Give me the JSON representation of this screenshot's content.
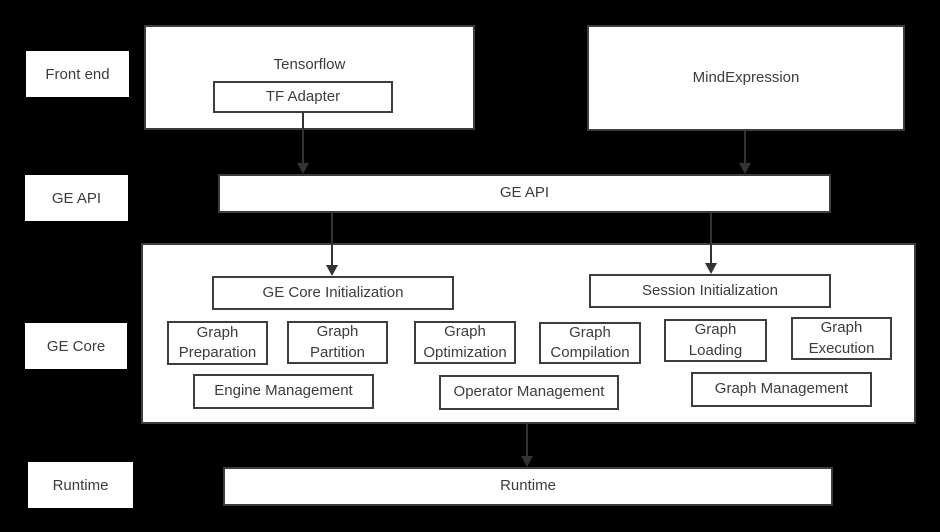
{
  "side_labels": {
    "front_end": "Front end",
    "ge_api": "GE API",
    "ge_core": "GE Core",
    "runtime": "Runtime"
  },
  "front_end": {
    "tensorflow_label": "Tensorflow",
    "tf_adapter_label": "TF Adapter",
    "mindexpression_label": "MindExpression"
  },
  "ge_api": {
    "label": "GE API"
  },
  "ge_core": {
    "init_boxes": [
      "GE Core Initialization",
      "Session Initialization"
    ],
    "module_boxes": [
      "Graph Preparation",
      "Graph Partition",
      "Graph Optimization",
      "Graph Compilation",
      "Graph Loading",
      "Graph Execution"
    ],
    "management_boxes": [
      "Engine Management",
      "Operator Management",
      "Graph Management"
    ]
  },
  "runtime": {
    "label": "Runtime"
  },
  "colors": {
    "background": "#000000",
    "box_fill": "#ffffff",
    "box_border": "#3d3d3d",
    "text": "#3c3c3c",
    "arrow": "#333333"
  }
}
